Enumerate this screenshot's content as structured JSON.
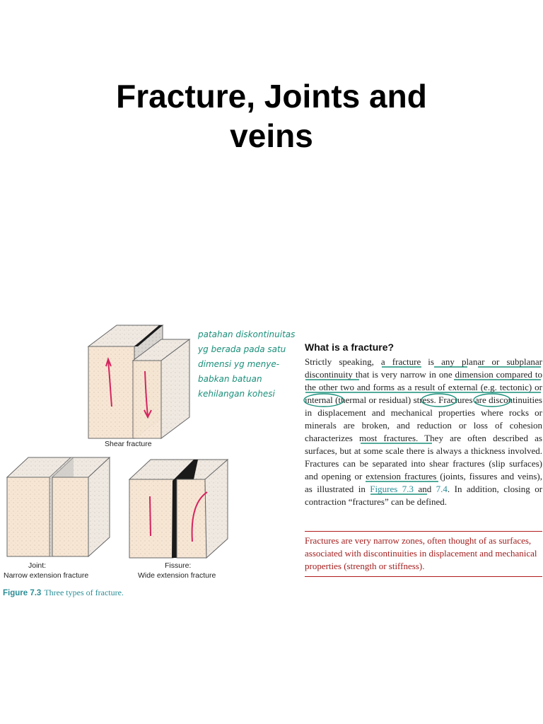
{
  "slide": {
    "title_line1": "Fracture, Joints and",
    "title_line2": "veins"
  },
  "figure": {
    "labels": {
      "shear": "Shear fracture",
      "joint_line1": "Joint:",
      "joint_line2": "Narrow extension fracture",
      "fissure_line1": "Fissure:",
      "fissure_line2": "Wide extension fracture"
    },
    "caption_number": "Figure 7.3",
    "caption_text": "Three types of fracture."
  },
  "handwriting": [
    "patahan diskontinuitas",
    "yg berada pada satu",
    "dimensi yg menye-",
    "babkan batuan",
    "kehilangan kohesi"
  ],
  "section": {
    "heading": "What is a fracture?",
    "para_a": "Strictly speaking, a fracture is any planar or subplanar discontinuity that is very narrow in one dimension compared to the other two and forms as a result of external (e.g. tectonic) or internal (thermal or residual) stress. Fractures are discontinuities in displacement and mechanical properties where rocks or minerals are broken, and reduction or loss of cohesion characterizes most fractures. They are often described as surfaces, but at some scale there is always a thickness involved. Fractures can be separated into shear fractures (slip surfaces) and opening or extension fractures (joints, fissures and veins), as illustrated in",
    "ref1": "Figures 7.3",
    "para_b": "and",
    "ref2": "7.4",
    "para_c": ". In addition, closing or contraction “fractures” can be defined."
  },
  "highlight_box": {
    "text": "Fractures are very narrow zones, often thought of as surfaces, associated with discontinuities in displacement and mechanical properties (strength or stiffness)."
  },
  "colors": {
    "teal": "#2a8e96",
    "box_red": "#a31d1d",
    "block_fill": "#f7e6d4",
    "annotation_green": "#1a8f7a",
    "annotation_pink": "#d4245f"
  }
}
